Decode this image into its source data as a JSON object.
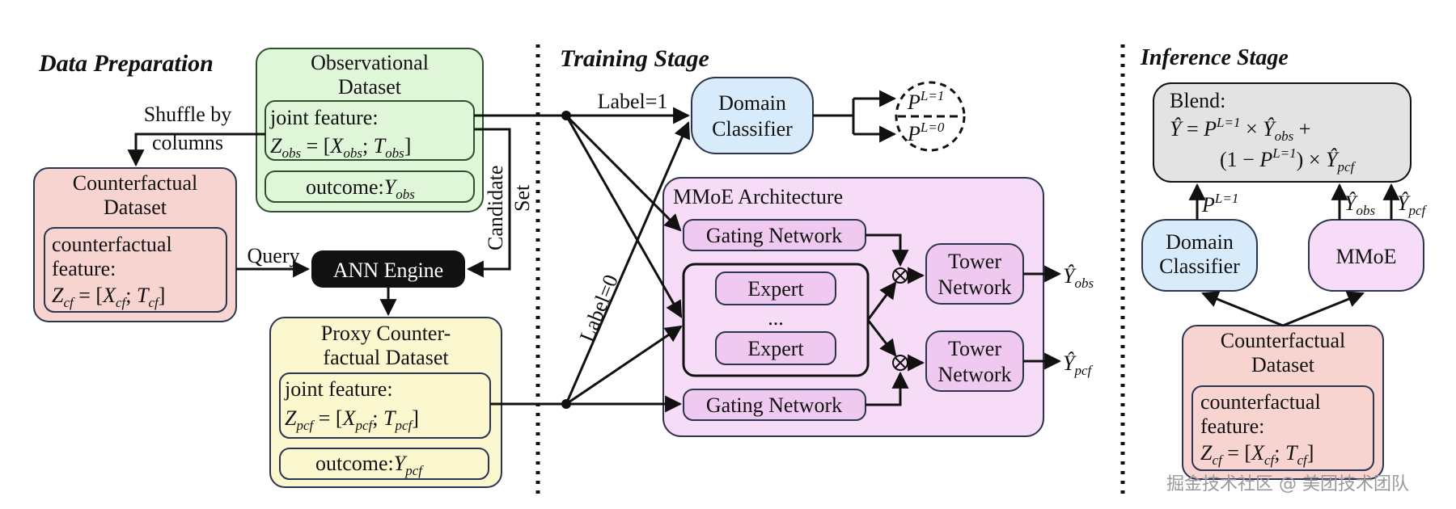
{
  "sections": {
    "data_preparation": "Data Preparation",
    "training_stage": "Training Stage",
    "inference_stage": "Inference Stage"
  },
  "observational": {
    "title_line1": "Observational",
    "title_line2": "Dataset",
    "joint_label": "joint feature:",
    "joint_formula": "Z_obs = [X_obs; T_obs]",
    "outcome": "outcome:Y_obs"
  },
  "counterfactual": {
    "title_line1": "Counterfactual",
    "title_line2": "Dataset",
    "feature_line1": "counterfactual",
    "feature_line2": "feature:",
    "feature_formula": "Z_cf = [X_cf; T_cf]"
  },
  "proxy": {
    "title_line1": "Proxy Counter-",
    "title_line2": "factual Dataset",
    "joint_label": "joint feature:",
    "joint_formula": "Z_pcf = [X_pcf; T_pcf]",
    "outcome": "outcome:Y_pcf"
  },
  "ann_engine": "ANN Engine",
  "labels": {
    "shuffle_line1": "Shuffle by",
    "shuffle_line2": "columns",
    "query": "Query",
    "candidate": "Candidate",
    "set": "Set",
    "label1": "Label=1",
    "label0": "Label=0"
  },
  "training": {
    "domain_line1": "Domain",
    "domain_line2": "Classifier",
    "p_l1": "P^{L=1}",
    "p_l0": "P^{L=0}",
    "mmoe_title": "MMoE Architecture",
    "gating_top": "Gating Network",
    "gating_bottom": "Gating Network",
    "expert_top": "Expert",
    "expert_dots": "...",
    "expert_bottom": "Expert",
    "tower_top_line1": "Tower",
    "tower_top_line2": "Network",
    "tower_bottom_line1": "Tower",
    "tower_bottom_line2": "Network",
    "y_obs": "Ŷ_obs",
    "y_pcf": "Ŷ_pcf"
  },
  "inference": {
    "blend_label": "Blend:",
    "blend_line1": "Ŷ = P^{L=1} × Ŷ_obs +",
    "blend_line2": "(1 − P^{L=1}) × Ŷ_pcf",
    "p_l1": "P^{L=1}",
    "y_obs": "Ŷ_obs",
    "y_pcf": "Ŷ_pcf",
    "domain_line1": "Domain",
    "domain_line2": "Classifier",
    "mmoe": "MMoE",
    "cf_title_line1": "Counterfactual",
    "cf_title_line2": "Dataset",
    "cf_feature_line1": "counterfactual",
    "cf_feature_line2": "feature:",
    "cf_feature_formula": "Z_cf = [X_cf; T_cf]"
  },
  "watermark": "掘金技术社区 @ 美团技术团队",
  "colors": {
    "green_fill": "#dff7d8",
    "green_stroke": "#3a6b3a",
    "pink_fill": "#f7d4d0",
    "yellow_fill": "#fbf8cf",
    "blue_fill": "#d7ebfb",
    "purple_fill": "#f6dcf6",
    "purple_inner": "#efc9ef",
    "gray_fill": "#e3e3e3",
    "black": "#111111"
  }
}
